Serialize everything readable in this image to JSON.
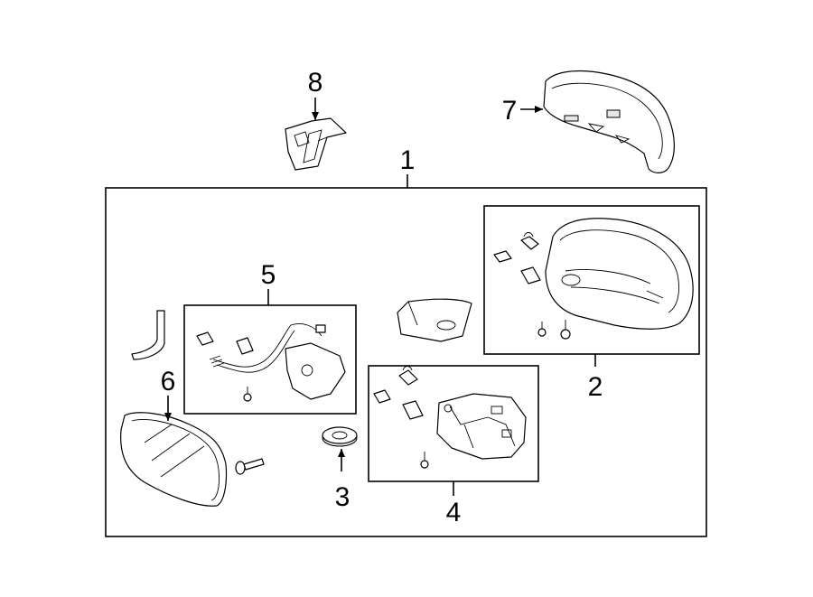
{
  "callouts": {
    "c1": "1",
    "c2": "2",
    "c3": "3",
    "c4": "4",
    "c5": "5",
    "c6": "6",
    "c7": "7",
    "c8": "8"
  },
  "colors": {
    "line": "#000000",
    "background": "#ffffff",
    "shade": "#e6e6e6"
  }
}
